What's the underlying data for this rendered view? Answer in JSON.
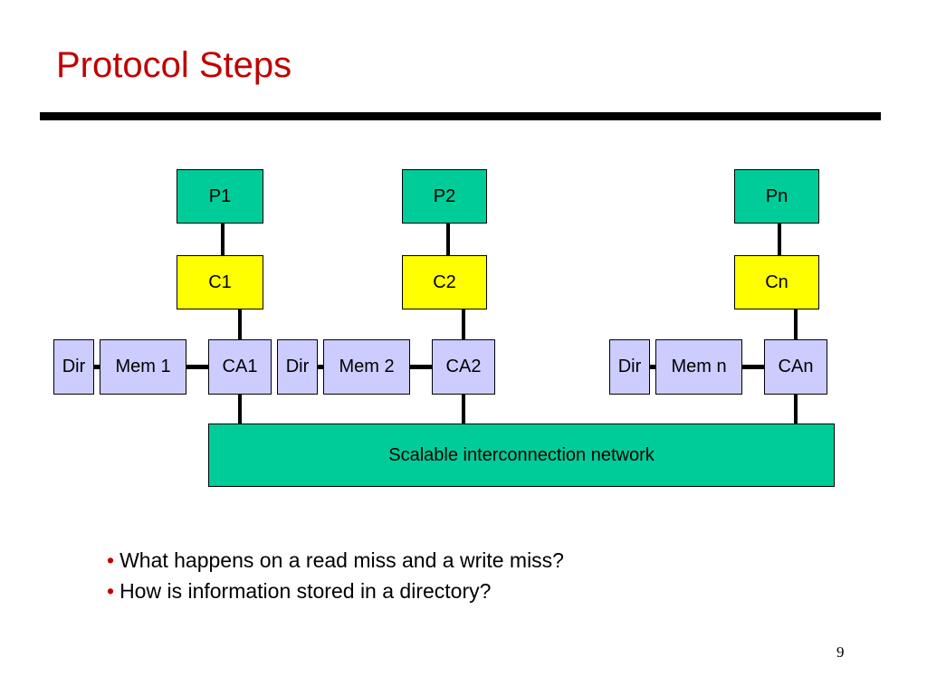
{
  "title": "Protocol Steps",
  "diagram": {
    "nodes": [
      {
        "processor": "P1",
        "cache": "C1",
        "dir": "Dir",
        "memory": "Mem 1",
        "assist": "CA1"
      },
      {
        "processor": "P2",
        "cache": "C2",
        "dir": "Dir",
        "memory": "Mem 2",
        "assist": "CA2"
      },
      {
        "processor": "Pn",
        "cache": "Cn",
        "dir": "Dir",
        "memory": "Mem n",
        "assist": "CAn"
      }
    ],
    "network": "Scalable interconnection network",
    "colors": {
      "processor": "#00cc99",
      "cache": "#ffff00",
      "node": "#ccccff",
      "network": "#00cc99"
    }
  },
  "bullets": [
    "What happens on a read miss and a write miss?",
    "How is information stored in a directory?"
  ],
  "bullet_marker": "•",
  "page_number": "9",
  "colors": {
    "title": "#c00000",
    "rule": "#000000"
  }
}
